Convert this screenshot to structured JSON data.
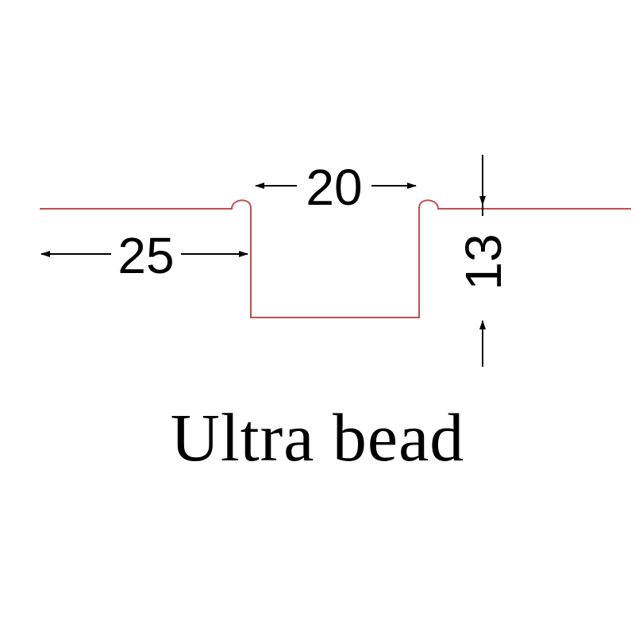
{
  "diagram": {
    "dimensions": {
      "left_offset": "25",
      "bead_width": "20",
      "bead_depth": "13"
    },
    "caption": "Ultra bead",
    "colors": {
      "profile": "#c0504d",
      "dimension": "#000000",
      "background": "#ffffff"
    }
  }
}
